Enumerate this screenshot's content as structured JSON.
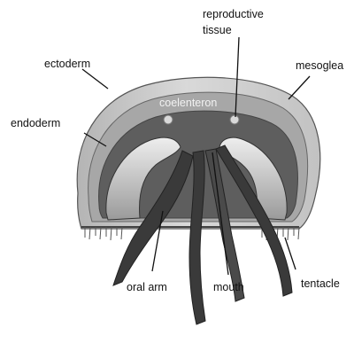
{
  "labels": {
    "reproductive_line1": "reproductive",
    "reproductive_line2": "tissue",
    "ectoderm": "ectoderm",
    "mesoglea": "mesoglea",
    "coelenteron": "coelenteron",
    "endoderm": "endoderm",
    "oral_arm": "oral arm",
    "mouth": "mouth",
    "tentacle": "tentacle"
  },
  "colors": {
    "outer_bell": "#cfcfcf",
    "mesoglea": "#a9a9a9",
    "coelenteron": "#5f5f5f",
    "arms": "#3a3a3a",
    "gonad": "#d8d8d8",
    "lines": "#111111"
  }
}
